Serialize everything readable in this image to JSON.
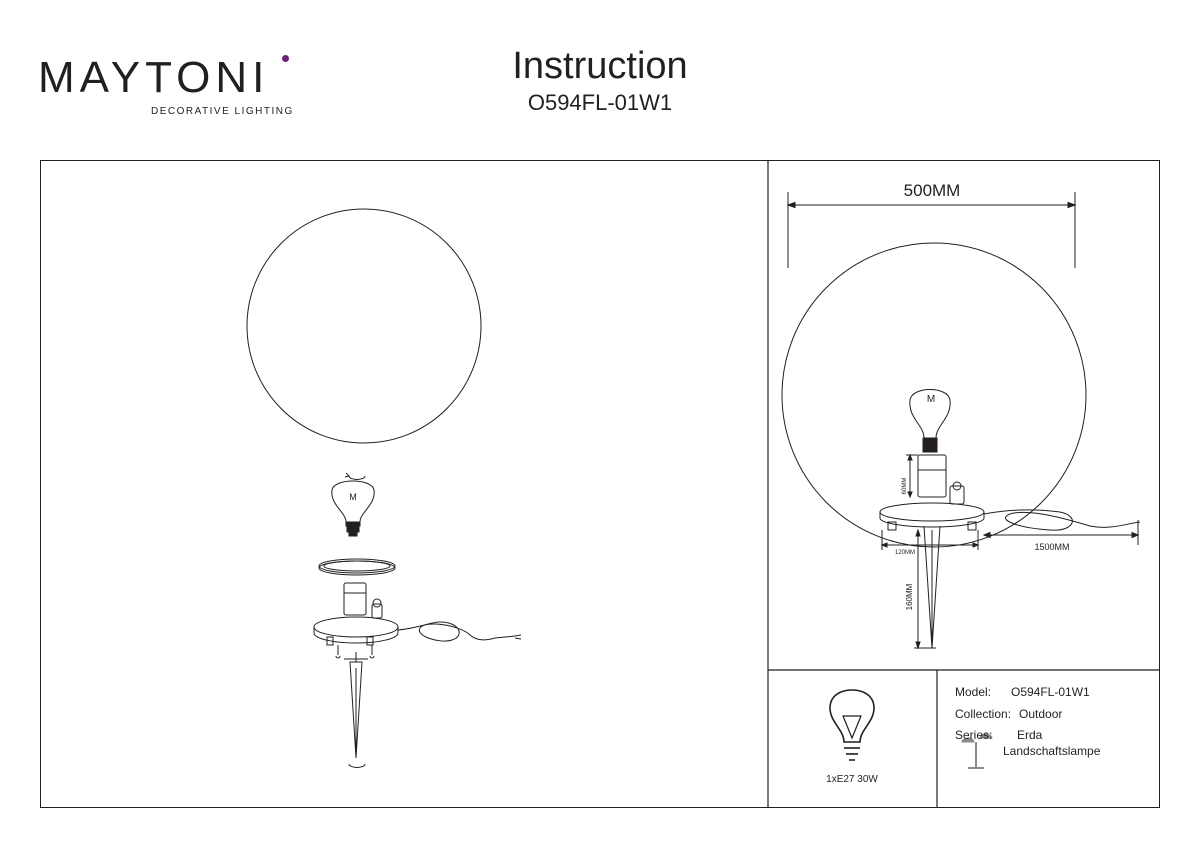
{
  "brand": {
    "name": "MAYTONI",
    "tagline": "DECORATIVE LIGHTING",
    "accent_color": "#6d2077"
  },
  "header": {
    "title": "Instruction",
    "model_code": "O594FL-01W1"
  },
  "dimensions": {
    "width": "500MM",
    "bulb_height": "60MM",
    "base_diameter": "120MM",
    "spike_length": "160MM",
    "cable_length": "1500MM"
  },
  "bulb_letter": "M",
  "spec": {
    "bulb_info": "1xE27 30W",
    "model_label": "Model:",
    "model_value": "O594FL-01W1",
    "collection_label": "Collection:",
    "collection_value": "Outdoor",
    "series_label": "Series:",
    "series_value": "Erda",
    "type_value": "Landschaftslampe"
  },
  "icons": {
    "bulb": "lightbulb-icon",
    "lamp": "landscape-lamp-icon",
    "rotate": "rotate-arrow-icon"
  }
}
